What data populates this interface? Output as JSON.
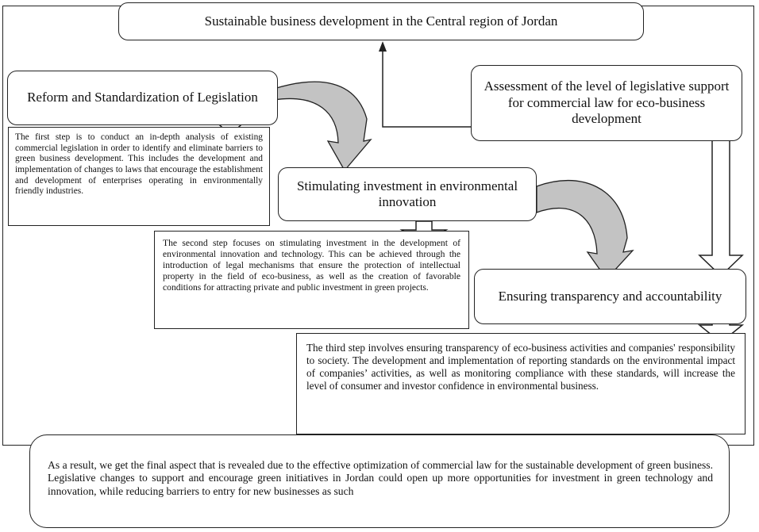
{
  "diagram": {
    "title": "Sustainable business development in the Central region of Jordan",
    "nodes": {
      "reform": "Reform and Standardization of Legislation",
      "assessment": "Assessment of the level of legislative support for commercial law for eco-business development",
      "stimulating": "Stimulating investment in environmental innovation",
      "transparency": "Ensuring transparency and accountability"
    },
    "steps": {
      "first": "The first step is to conduct an in-depth analysis of existing commercial legislation in order to identify and eliminate barriers to green business development. This includes the development and implementation of changes to laws that encourage the establishment and development of enterprises operating in environmentally friendly industries.",
      "second": "The second step focuses on stimulating investment in the development of environmental innovation and technology. This can be achieved through the introduction of legal mechanisms that ensure the protection of intellectual property in the field of eco-business, as well as the creation of favorable conditions for attracting private and public investment in green projects.",
      "third": "The third step involves ensuring transparency of eco-business activities and companies' responsibility to society. The development and implementation of reporting standards on the environmental impact of companies’ activities, as well as monitoring compliance with these standards, will increase the level of consumer and investor confidence in environmental business."
    },
    "conclusion": "As a result, we get the final aspect that is revealed due to the effective optimization of commercial law for the sustainable development of green business. Legislative changes to support and encourage green initiatives in Jordan could open up more opportunities for investment in green technology and innovation, while reducing barriers to entry for new businesses as such"
  }
}
